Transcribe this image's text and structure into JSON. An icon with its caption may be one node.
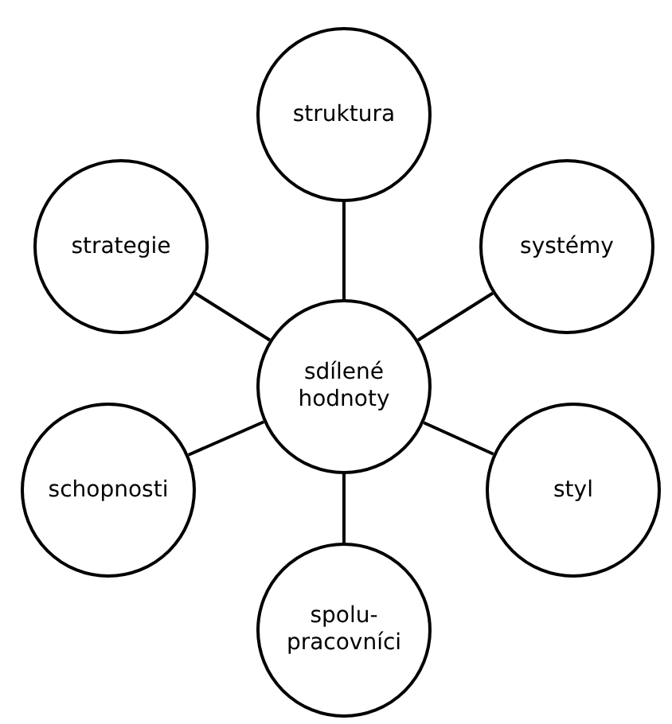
{
  "diagram": {
    "nodes": [
      {
        "text": [
          "struktura"
        ]
      },
      {
        "text": [
          "strategie"
        ]
      },
      {
        "text": [
          "systémy"
        ]
      },
      {
        "text": [
          "sdílené hodnoty"
        ]
      },
      {
        "text": [
          "schopnosti"
        ]
      },
      {
        "text": [
          "styl"
        ]
      },
      {
        "text": [
          "spolu- pracovníci"
        ]
      }
    ],
    "edges": [
      {
        "from": 3,
        "to": 0,
        "arrow": "none"
      },
      {
        "from": 3,
        "to": 1,
        "arrow": "none"
      },
      {
        "from": 3,
        "to": 2,
        "arrow": "none"
      },
      {
        "from": 3,
        "to": 4,
        "arrow": "none"
      },
      {
        "from": 3,
        "to": 5,
        "arrow": "none"
      },
      {
        "from": 3,
        "to": 6,
        "arrow": "none"
      }
    ]
  }
}
